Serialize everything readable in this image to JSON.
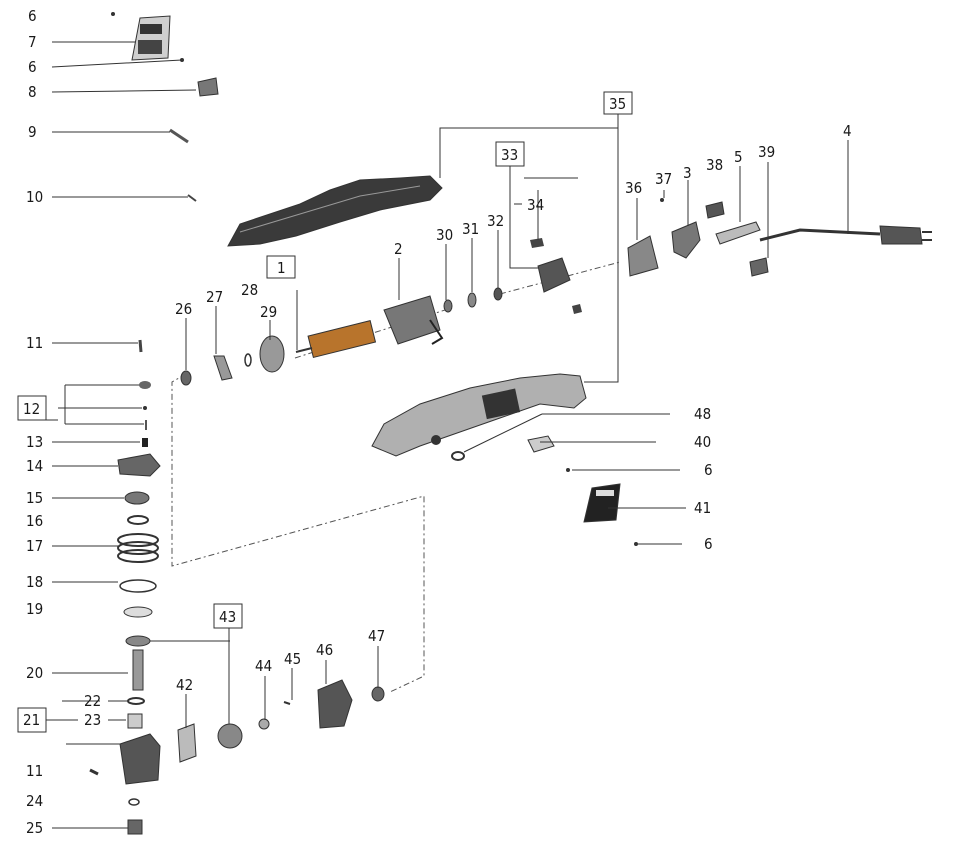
{
  "diagram": {
    "callouts": [
      {
        "id": "c6a",
        "text": "6"
      },
      {
        "id": "c7",
        "text": "7"
      },
      {
        "id": "c6b",
        "text": "6"
      },
      {
        "id": "c8",
        "text": "8"
      },
      {
        "id": "c9",
        "text": "9"
      },
      {
        "id": "c10",
        "text": "10"
      },
      {
        "id": "c11a",
        "text": "11"
      },
      {
        "id": "c12",
        "text": "12"
      },
      {
        "id": "c13",
        "text": "13"
      },
      {
        "id": "c14",
        "text": "14"
      },
      {
        "id": "c15",
        "text": "15"
      },
      {
        "id": "c16",
        "text": "16"
      },
      {
        "id": "c17",
        "text": "17"
      },
      {
        "id": "c18",
        "text": "18"
      },
      {
        "id": "c19",
        "text": "19"
      },
      {
        "id": "c20",
        "text": "20"
      },
      {
        "id": "c22",
        "text": "22"
      },
      {
        "id": "c21",
        "text": "21"
      },
      {
        "id": "c23",
        "text": "23"
      },
      {
        "id": "c11b",
        "text": "11"
      },
      {
        "id": "c24",
        "text": "24"
      },
      {
        "id": "c25",
        "text": "25"
      },
      {
        "id": "c26",
        "text": "26"
      },
      {
        "id": "c27",
        "text": "27"
      },
      {
        "id": "c28",
        "text": "28"
      },
      {
        "id": "c29",
        "text": "29"
      },
      {
        "id": "c1",
        "text": "1"
      },
      {
        "id": "c2",
        "text": "2"
      },
      {
        "id": "c30",
        "text": "30"
      },
      {
        "id": "c31",
        "text": "31"
      },
      {
        "id": "c32",
        "text": "32"
      },
      {
        "id": "c33",
        "text": "33"
      },
      {
        "id": "c34",
        "text": "34"
      },
      {
        "id": "c35",
        "text": "35"
      },
      {
        "id": "c36",
        "text": "36"
      },
      {
        "id": "c37",
        "text": "37"
      },
      {
        "id": "c3",
        "text": "3"
      },
      {
        "id": "c38",
        "text": "38"
      },
      {
        "id": "c5",
        "text": "5"
      },
      {
        "id": "c39",
        "text": "39"
      },
      {
        "id": "c4",
        "text": "4"
      },
      {
        "id": "c48",
        "text": "48"
      },
      {
        "id": "c40",
        "text": "40"
      },
      {
        "id": "c6c",
        "text": "6"
      },
      {
        "id": "c41",
        "text": "41"
      },
      {
        "id": "c6d",
        "text": "6"
      },
      {
        "id": "c43",
        "text": "43"
      },
      {
        "id": "c42",
        "text": "42"
      },
      {
        "id": "c44",
        "text": "44"
      },
      {
        "id": "c45",
        "text": "45"
      },
      {
        "id": "c46",
        "text": "46"
      },
      {
        "id": "c47",
        "text": "47"
      }
    ]
  },
  "colors": {
    "line": "#333333",
    "part_dark": "#2b2b2b",
    "part_mid": "#8c8c8c",
    "part_light": "#d9d9d9",
    "accent_copper": "#b8742c"
  }
}
